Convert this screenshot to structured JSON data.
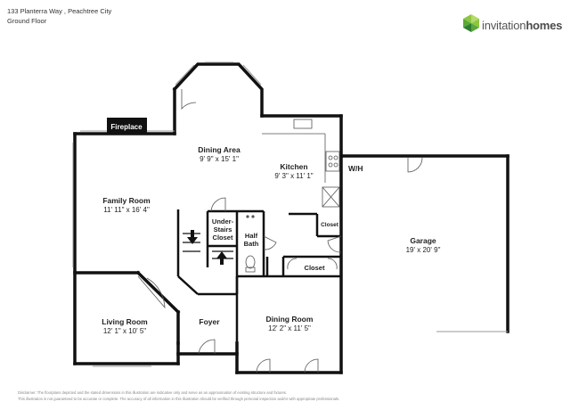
{
  "header": {
    "address": "133 Planterra Way , Peachtree City",
    "floor": "Ground Floor"
  },
  "logo": {
    "brand_light": "invitation",
    "brand_bold": "homes",
    "icon": "invitation-homes-logo-icon",
    "colors": [
      "#8dc63f",
      "#5aa73a",
      "#2e7d32",
      "#b5d96a"
    ]
  },
  "rooms": {
    "fireplace": "Fireplace",
    "dining_area": {
      "name": "Dining Area",
      "dims": "9' 9\" x 15' 1\""
    },
    "kitchen": {
      "name": "Kitchen",
      "dims": "9' 3\" x 11' 1\""
    },
    "family_room": {
      "name": "Family Room",
      "dims": "11' 11\" x 16' 4\""
    },
    "under_stairs": {
      "line1": "Under-",
      "line2": "Stairs",
      "line3": "Closet"
    },
    "half_bath": {
      "line1": "Half",
      "line2": "Bath"
    },
    "closet_kitchen": "Closet",
    "closet_dining": "Closet",
    "garage": {
      "name": "Garage",
      "dims": "19' x 20' 9\""
    },
    "wh": "W/H",
    "living_room": {
      "name": "Living Room",
      "dims": "12' 1\" x 10' 5\""
    },
    "foyer": "Foyer",
    "dining_room": {
      "name": "Dining Room",
      "dims": "12' 2\" x 11' 5\""
    }
  },
  "disclaimer": {
    "line1": "Disclaimer: The floorplans depicted and the stated dimensions in this illustration are indicative only and serve as an approximation of existing structure and fixtures.",
    "line2": "This illustration is not guaranteed to be accurate or complete. The accuracy of all information in this illustration should be verified through personal inspection and/or with appropriate professionals."
  }
}
